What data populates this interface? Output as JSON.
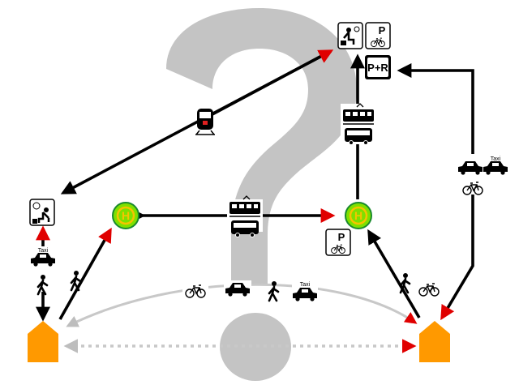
{
  "labels": {
    "taxi_left": "Taxi",
    "taxi_bottom": "Taxi",
    "taxi_right": "Taxi",
    "stop_left": "H",
    "stop_right": "H",
    "parking": "P",
    "park_ride": "P+R",
    "bike_parking_letter": "P"
  },
  "icons": [
    "question-mark-icon",
    "house-icon",
    "bus-stop-icon",
    "train-icon",
    "tram-icon",
    "bus-icon",
    "taxi-icon",
    "car-icon",
    "bicycle-icon",
    "pedestrian-icon",
    "waiting-passenger-icon",
    "bike-parking-icon",
    "park-and-ride-icon"
  ],
  "colors": {
    "question_mark": "#c3c3c3",
    "house": "#ff9900",
    "stop_fill": "#7ee000",
    "stop_ring": "#1a8a2e",
    "stop_letter": "#f5c400",
    "arrow": "#000000",
    "arrowhead_accent": "#e00000",
    "grey_route": "#c8c8c8"
  }
}
